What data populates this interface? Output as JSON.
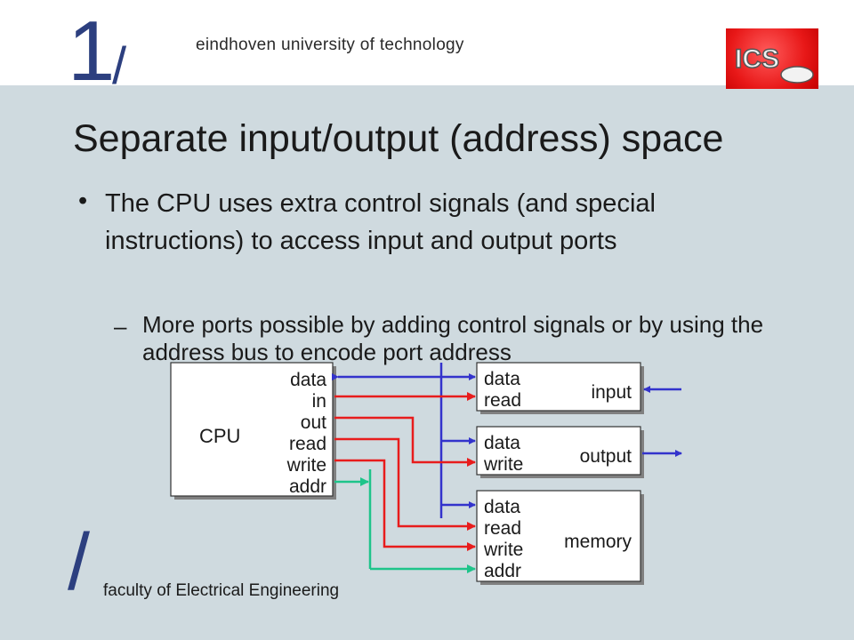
{
  "header": {
    "logo_number": "1",
    "logo_slash": "/",
    "university": "eindhoven university of technology",
    "badge_text": "ICS"
  },
  "footer": {
    "slash": "/",
    "faculty": "faculty of Electrical Engineering"
  },
  "slide": {
    "title": "Separate input/output (address) space",
    "bullet_marker": "•",
    "bullet": "The CPU uses extra control signals (and special instructions) to access input and output ports",
    "sub_marker": "–",
    "sub_bullet": "More ports possible by adding control signals or by using the address bus to encode port address"
  },
  "diagram": {
    "cpu": {
      "name": "CPU",
      "signals": [
        "data",
        "in",
        "out",
        "read",
        "write",
        "addr"
      ]
    },
    "input_device": {
      "name": "input",
      "signals": [
        "data",
        "read"
      ]
    },
    "output_device": {
      "name": "output",
      "signals": [
        "data",
        "write"
      ]
    },
    "memory_device": {
      "name": "memory",
      "signals": [
        "data",
        "read",
        "write",
        "addr"
      ]
    }
  },
  "colors": {
    "background": "#cfdadf",
    "logo_blue": "#2c3f7f",
    "data_bus": "#3333cc",
    "control_lines": "#e81c1c",
    "address_bus": "#1ec48a",
    "badge_red": "#e81818"
  }
}
